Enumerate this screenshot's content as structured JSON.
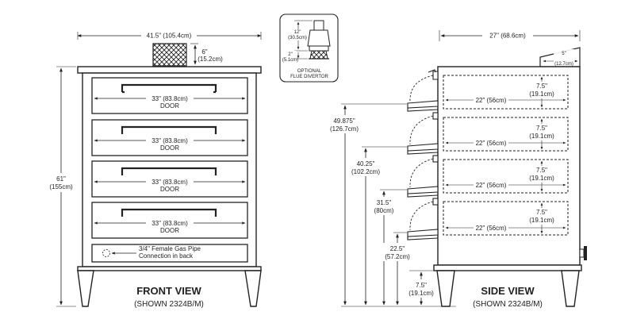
{
  "front": {
    "title": "FRONT VIEW",
    "subtitle": "(SHOWN 2324B/M)",
    "width_imperial": "41.5\" (105.4cm)",
    "height_imperial": "61\"",
    "height_metric": "(155cm)",
    "flue_height_imperial": "6\"",
    "flue_height_metric": "(15.2cm)",
    "doors": [
      {
        "width": "33\" (83.8cm)",
        "label": "DOOR"
      },
      {
        "width": "33\" (83.8cm)",
        "label": "DOOR"
      },
      {
        "width": "33\" (83.8cm)",
        "label": "DOOR"
      },
      {
        "width": "33\" (83.8cm)",
        "label": "DOOR"
      }
    ],
    "gas_pipe_line1": "3/4\" Female Gas Pipe",
    "gas_pipe_line2": "Connection in back"
  },
  "flue_divertor": {
    "height_top_imperial": "12\"",
    "height_top_metric": "(30.5cm)",
    "height_bottom_imperial": "2\"",
    "height_bottom_metric": "(5.1cm)",
    "label_line1": "OPTIONAL",
    "label_line2": "FLUE DIVERTOR"
  },
  "side": {
    "title": "SIDE VIEW",
    "subtitle": "(SHOWN 2324B/M)",
    "depth_imperial": "27\" (68.6cm)",
    "flue_depth_imperial": "5\"",
    "flue_depth_metric": "(12.7cm)",
    "decks": [
      {
        "depth": "22\" (56cm)",
        "height_imperial": "7.5\"",
        "height_metric": "(19.1cm)"
      },
      {
        "depth": "22\" (56cm)",
        "height_imperial": "7.5\"",
        "height_metric": "(19.1cm)"
      },
      {
        "depth": "22\" (56cm)",
        "height_imperial": "7.5\"",
        "height_metric": "(19.1cm)"
      },
      {
        "depth": "22\" (56cm)",
        "height_imperial": "7.5\"",
        "height_metric": "(19.1cm)"
      }
    ],
    "heights": [
      {
        "imperial": "49.875\"",
        "metric": "(126.7cm)"
      },
      {
        "imperial": "40.25\"",
        "metric": "(102.2cm)"
      },
      {
        "imperial": "31.5\"",
        "metric": "(80cm)"
      },
      {
        "imperial": "22.5\"",
        "metric": "(57.2cm)"
      },
      {
        "imperial": "7.5\"",
        "metric": "(19.1cm)"
      }
    ]
  }
}
